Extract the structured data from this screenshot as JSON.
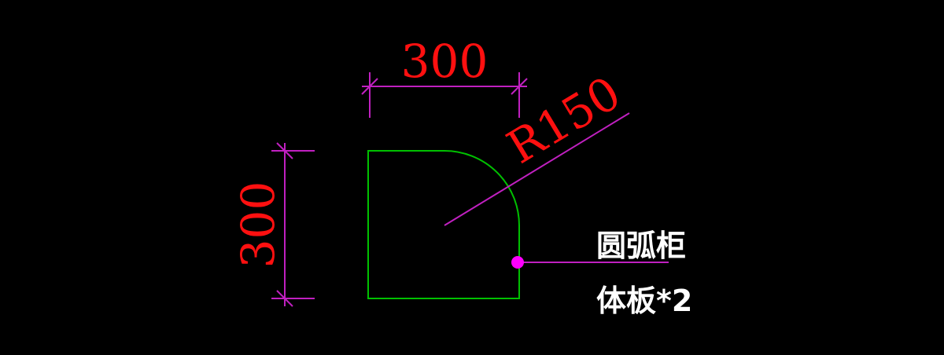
{
  "drawing": {
    "dimension_top": "300",
    "dimension_left": "300",
    "dimension_radius": "R150",
    "note_line1": "圆弧柜",
    "note_line2": "体板*2"
  },
  "colors": {
    "background": "#000000",
    "outline": "#00c000",
    "dimension_line": "#c020c0",
    "dimension_text": "#ff1010",
    "leader_dot": "#ff00ff",
    "note_text": "#ffffff"
  }
}
